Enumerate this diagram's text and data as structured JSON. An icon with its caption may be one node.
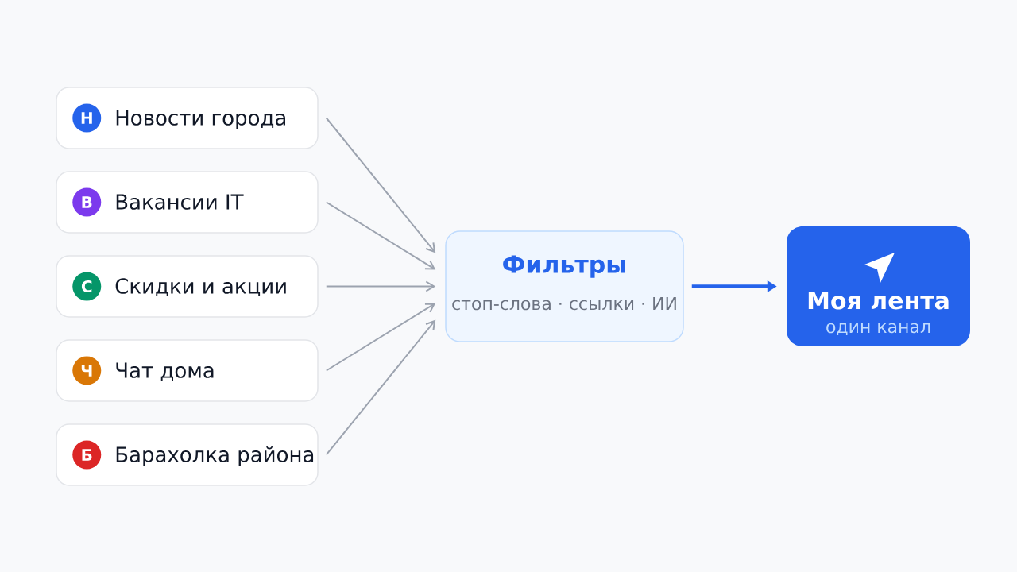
{
  "diagram": {
    "nodes": [
      {
        "text": [
          "Новости города"
        ]
      },
      {
        "text": [
          "Н"
        ],
        "in": 0
      },
      {
        "text": [
          "Вакансии IT"
        ]
      },
      {
        "text": [
          "В"
        ],
        "in": 2
      },
      {
        "text": [
          "Скидки и акции"
        ]
      },
      {
        "text": [
          "С"
        ],
        "in": 4
      },
      {
        "text": [
          "Чат дома"
        ]
      },
      {
        "text": [
          "Ч"
        ],
        "in": 6
      },
      {
        "text": [
          "Барахолка района"
        ]
      },
      {
        "text": [
          "Б"
        ],
        "in": 8
      },
      {
        "text": [
          "Фильтры",
          "стоп-слова · ссылки · ИИ"
        ]
      },
      {
        "text": [
          "Моя лента",
          "один канал"
        ]
      }
    ],
    "edges": [
      {
        "from": 0,
        "to": 10,
        "arrow": "to"
      },
      {
        "from": 2,
        "to": 10,
        "arrow": "to"
      },
      {
        "from": 4,
        "to": 10,
        "arrow": "to"
      },
      {
        "from": 6,
        "to": 10,
        "arrow": "to"
      },
      {
        "from": 8,
        "to": 10,
        "arrow": "to"
      },
      {
        "from": 10,
        "to": 11,
        "arrow": "to",
        "style": "thick",
        "color": "#2563eb"
      }
    ]
  }
}
